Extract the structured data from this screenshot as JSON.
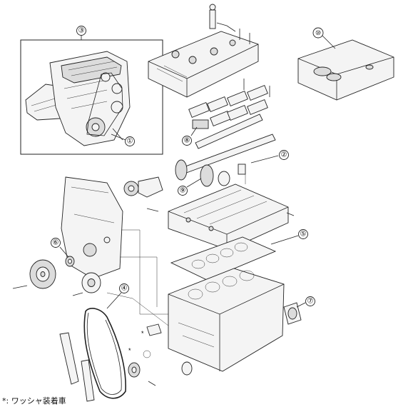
{
  "callouts": [
    "①",
    "②",
    "③",
    "④",
    "⑤",
    "⑥",
    "⑦",
    "⑧",
    "⑨",
    "⑩"
  ],
  "footnote": "*: ワッシャ装着車",
  "washer_marks": [
    "*",
    "*"
  ]
}
